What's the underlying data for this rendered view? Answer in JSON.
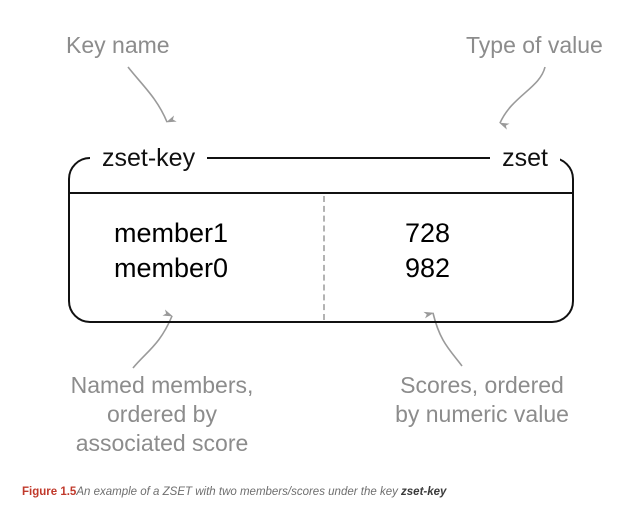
{
  "figure": {
    "annotations": {
      "key_name": "Key name",
      "type_of_value": "Type of value",
      "named_members": "Named members,\nordered by\nassociated score",
      "scores_ordered": "Scores, ordered\nby numeric value"
    },
    "box": {
      "key_label": "zset-key",
      "type_label": "zset"
    },
    "table": {
      "rows": [
        {
          "member": "member1",
          "score": "728"
        },
        {
          "member": "member0",
          "score": "982"
        }
      ]
    },
    "caption": {
      "number": "Figure 1.5",
      "text_before": "An example of a ",
      "emphasis": "ZSET",
      "text_middle": " with two members/scores under the key ",
      "key": "zset-key"
    },
    "colors": {
      "annotation_gray": "#8c8c8c",
      "box_black": "#111111",
      "divider_gray": "#b3b3b3",
      "caption_red": "#c0392b",
      "caption_gray": "#6e6e6e",
      "background": "#ffffff"
    }
  }
}
